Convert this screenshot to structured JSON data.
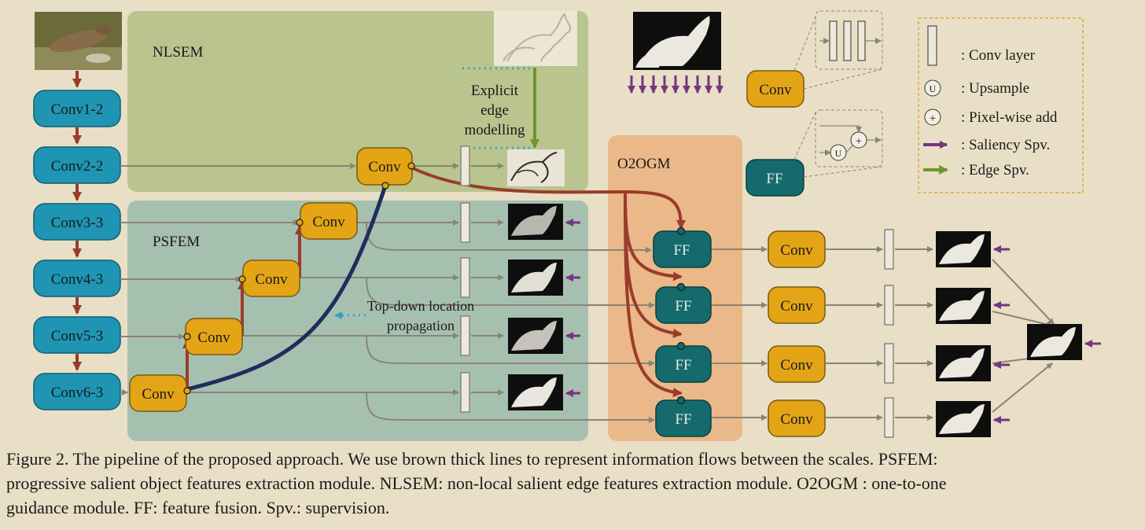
{
  "colors": {
    "background": "#e8dfc6",
    "nlsem_region": "#b9c48f",
    "psfem_region": "#a6c0b0",
    "o2ogm_region": "#eab889",
    "backbone_blue": "#1f95b3",
    "conv_orange": "#e3a416",
    "ff_teal": "#146a6c",
    "flow_brown": "#9a3b2b",
    "saliency_purple": "#76357f",
    "edge_green": "#6e952e",
    "dotted_cyan": "#2aa8c2",
    "topdown_navy": "#1f2d5e"
  },
  "diagram": {
    "regions": {
      "nlsem": "NLSEM",
      "psfem": "PSFEM",
      "o2ogm": "O2OGM"
    },
    "backbone": [
      "Conv1-2",
      "Conv2-2",
      "Conv3-3",
      "Conv4-3",
      "Conv5-3",
      "Conv6-3"
    ],
    "conv_label": "Conv",
    "ff_label": "FF",
    "annotations": {
      "explicit_edge": [
        "Explicit",
        "edge",
        "modelling"
      ],
      "top_down": [
        "Top-down location",
        "propagation"
      ]
    },
    "legend": {
      "conv_layer": ": Conv layer",
      "upsample": ": Upsample",
      "upsample_symbol": "U",
      "pixel_add": ": Pixel-wise add",
      "add_symbol": "+",
      "saliency_spv": ": Saliency Spv.",
      "edge_spv": ": Edge Spv."
    }
  },
  "caption": {
    "line1": "Figure 2. The pipeline of the proposed approach.  We use brown thick lines to represent information flows between the scales.  PSFEM:",
    "line2": "progressive salient object features extraction module.  NLSEM: non-local salient edge features extraction module.  O2OGM : one-to-one",
    "line3": "guidance module. FF: feature fusion. Spv.: supervision."
  }
}
